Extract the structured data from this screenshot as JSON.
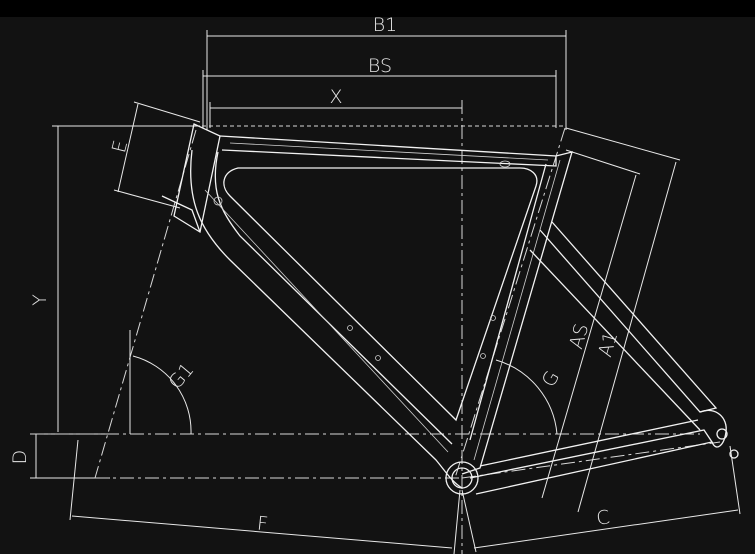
{
  "labels": {
    "b1": "B1",
    "bs": "BS",
    "x": "X",
    "e": "E",
    "y": "Y",
    "d": "D",
    "g1": "G1",
    "g": "G",
    "as": "AS",
    "a1": "A1",
    "f": "F",
    "c": "C"
  },
  "colors": {
    "background": "#121212",
    "line": "#e8e8e8"
  }
}
